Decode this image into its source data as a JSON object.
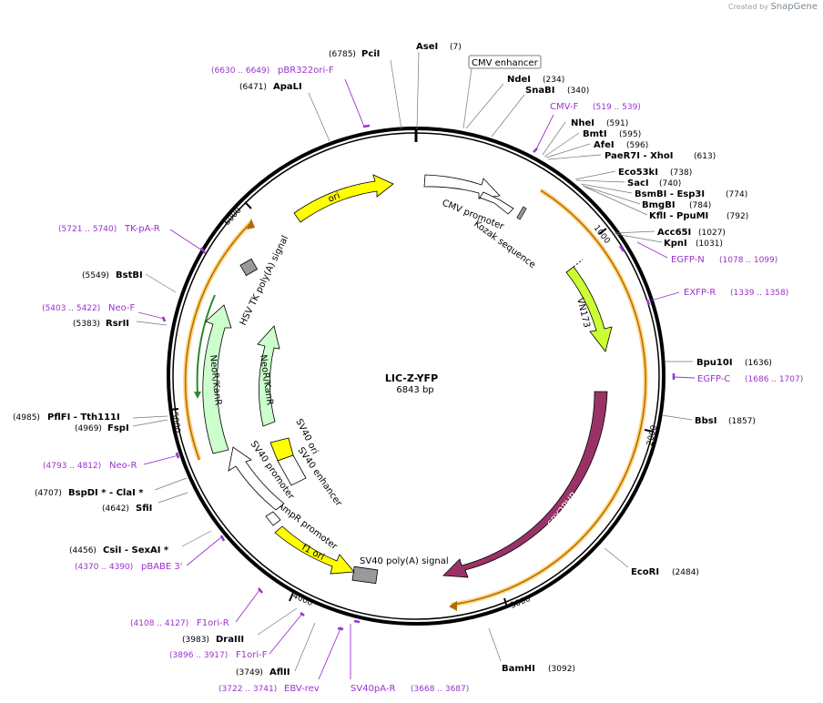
{
  "credit": {
    "prefix": "Created by",
    "brand": "SnapGene"
  },
  "plasmid": {
    "name": "LIC-Z-YFP",
    "size_label": "6843 bp",
    "length": 6843
  },
  "tick_labels": [
    "1000",
    "2000",
    "3000",
    "4000",
    "5000",
    "6000"
  ],
  "enzymes": [
    {
      "name": "PciI",
      "pos": "(6785)"
    },
    {
      "name": "AseI",
      "pos": "(7)"
    },
    {
      "name": "ApaLI",
      "pos": "(6471)"
    },
    {
      "name": "NdeI",
      "pos": "(234)"
    },
    {
      "name": "SnaBI",
      "pos": "(340)"
    },
    {
      "name": "NheI",
      "pos": "(591)"
    },
    {
      "name": "BmtI",
      "pos": "(595)"
    },
    {
      "name": "AfeI",
      "pos": "(596)"
    },
    {
      "name": "PaeR7I - XhoI",
      "pos": "(613)"
    },
    {
      "name": "Eco53kI",
      "pos": "(738)"
    },
    {
      "name": "SacI",
      "pos": "(740)"
    },
    {
      "name": "BsmBI - Esp3I",
      "pos": "(774)"
    },
    {
      "name": "BmgBI",
      "pos": "(784)"
    },
    {
      "name": "KflI - PpuMI",
      "pos": "(792)"
    },
    {
      "name": "Acc65I",
      "pos": "(1027)"
    },
    {
      "name": "KpnI",
      "pos": "(1031)"
    },
    {
      "name": "Bpu10I",
      "pos": "(1636)"
    },
    {
      "name": "BbsI",
      "pos": "(1857)"
    },
    {
      "name": "EcoRI",
      "pos": "(2484)"
    },
    {
      "name": "BamHI",
      "pos": "(3092)"
    },
    {
      "name": "AflII",
      "pos": "(3749)"
    },
    {
      "name": "DraIII",
      "pos": "(3983)"
    },
    {
      "name": "CsiI - SexAI *",
      "pos": "(4456)"
    },
    {
      "name": "SfiI",
      "pos": "(4642)"
    },
    {
      "name": "BspDI * - ClaI *",
      "pos": "(4707)"
    },
    {
      "name": "FspI",
      "pos": "(4969)"
    },
    {
      "name": "PflFI - Tth111I",
      "pos": "(4985)"
    },
    {
      "name": "RsrII",
      "pos": "(5383)"
    },
    {
      "name": "BstBI",
      "pos": "(5549)"
    }
  ],
  "primers": [
    {
      "name": "pBR322ori-F",
      "pos": "(6630 .. 6649)"
    },
    {
      "name": "CMV-F",
      "pos": "(519 .. 539)"
    },
    {
      "name": "EGFP-N",
      "pos": "(1078 .. 1099)"
    },
    {
      "name": "EXFP-R",
      "pos": "(1339 .. 1358)"
    },
    {
      "name": "EGFP-C",
      "pos": "(1686 .. 1707)"
    },
    {
      "name": "SV40pA-R",
      "pos": "(3668 .. 3687)"
    },
    {
      "name": "EBV-rev",
      "pos": "(3722 .. 3741)"
    },
    {
      "name": "F1ori-F",
      "pos": "(3896 .. 3917)"
    },
    {
      "name": "F1ori-R",
      "pos": "(4108 .. 4127)"
    },
    {
      "name": "pBABE 3'",
      "pos": "(4370 .. 4390)"
    },
    {
      "name": "Neo-R",
      "pos": "(4793 .. 4812)"
    },
    {
      "name": "Neo-F",
      "pos": "(5403 .. 5422)"
    },
    {
      "name": "TK-pA-R",
      "pos": "(5721 .. 5740)"
    }
  ],
  "features": [
    {
      "name": "CMV enhancer"
    },
    {
      "name": "CMV promoter"
    },
    {
      "name": "Kozak sequence"
    },
    {
      "name": "VN173"
    },
    {
      "name": "CRY2PHR"
    },
    {
      "name": "SV40 poly(A) signal"
    },
    {
      "name": "f1 ori"
    },
    {
      "name": "AmpR promoter"
    },
    {
      "name": "SV40 promoter"
    },
    {
      "name": "SV40 ori"
    },
    {
      "name": "SV40 enhancer"
    },
    {
      "name": "NeoR/KanR"
    },
    {
      "name": "NeoR/KanR"
    },
    {
      "name": "HSV TK poly(A) signal"
    },
    {
      "name": "ori"
    }
  ],
  "colors": {
    "backbone": "#000000",
    "primer": "#9a32cd",
    "ori": "#ffff00",
    "cry2phr": "#993366",
    "vn173": "#ccff33",
    "neor": "#ccffcc",
    "polya": "#999999",
    "orf": "#ffcc66"
  }
}
